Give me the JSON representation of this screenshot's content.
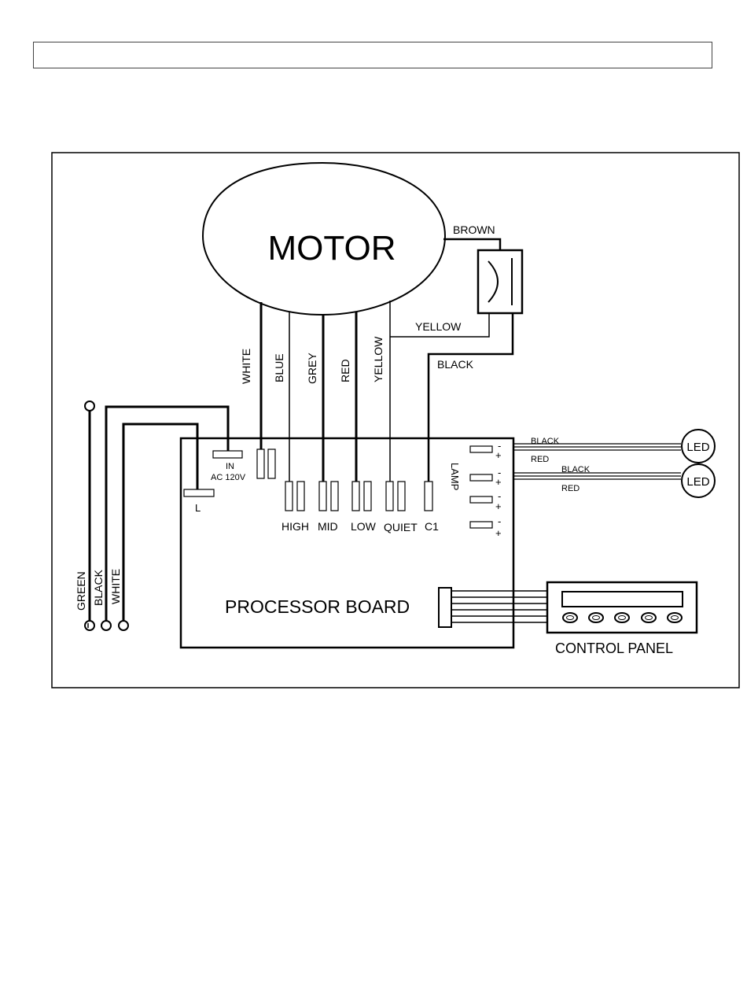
{
  "header": {
    "title": ""
  },
  "motor": {
    "label": "MOTOR"
  },
  "capacitor_wires": {
    "brown": "BROWN",
    "yellow": "YELLOW",
    "black": "BLACK"
  },
  "motor_wires": {
    "white": "WHITE",
    "blue": "BLUE",
    "grey": "GREY",
    "red": "RED",
    "yellow": "YELLOW"
  },
  "board": {
    "label": "PROCESSOR BOARD",
    "in_label": "IN",
    "ac_label": "AC 120V",
    "l_label": "L",
    "speeds": {
      "high": "HIGH",
      "mid": "MID",
      "low": "LOW",
      "quiet": "QUIET",
      "c1": "C1"
    },
    "lamp_label": "LAMP",
    "minus": "-",
    "plus": "+"
  },
  "power_wires": {
    "green": "GREEN",
    "black": "BLACK",
    "white": "WHITE"
  },
  "led_wires": {
    "black": "BLACK",
    "red": "RED"
  },
  "led": {
    "label": "LED"
  },
  "control_panel": {
    "label": "CONTROL PANEL"
  }
}
